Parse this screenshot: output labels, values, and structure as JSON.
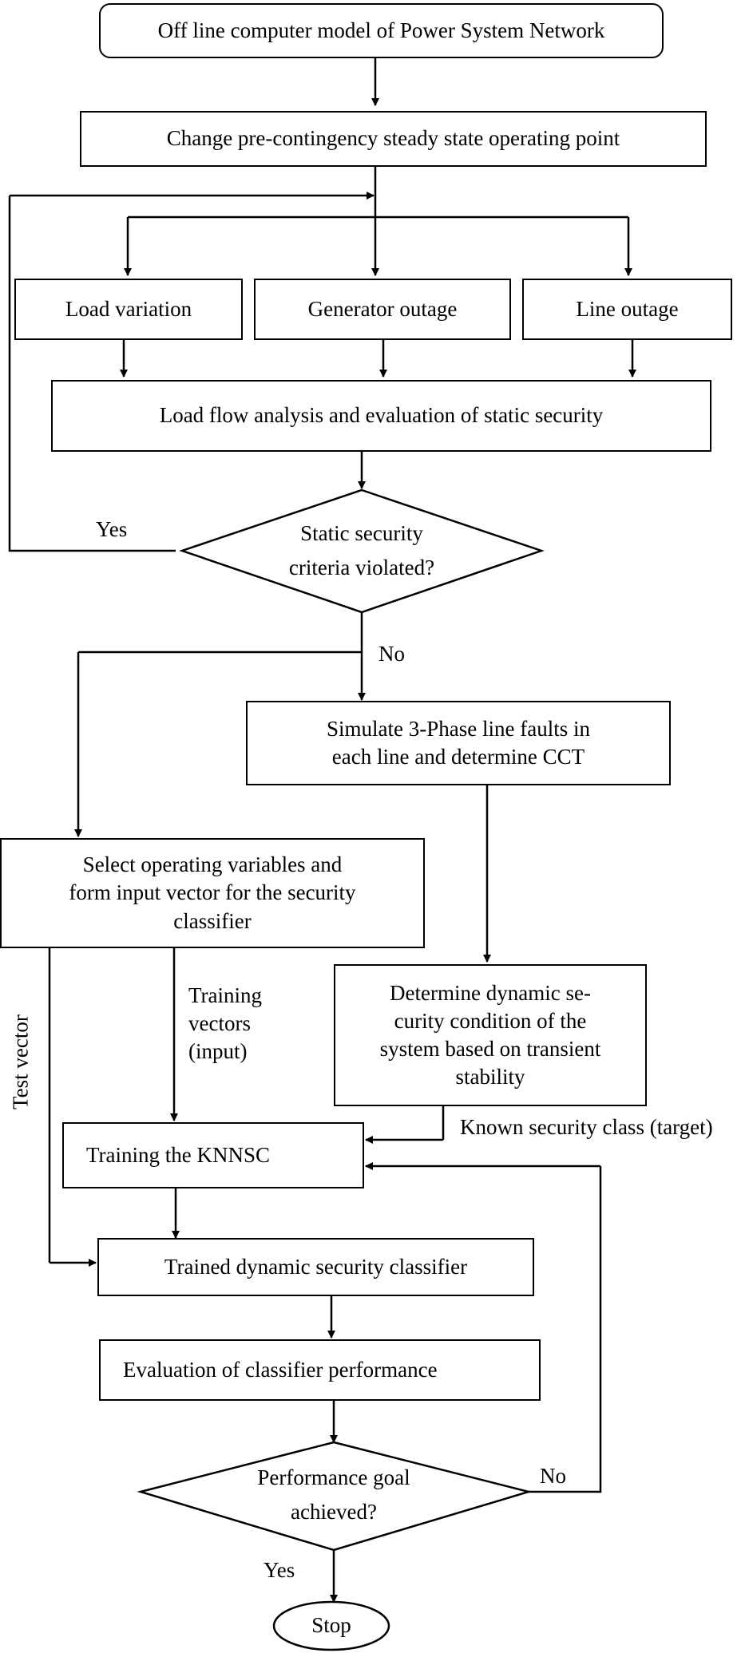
{
  "nodes": {
    "offline_model": "Off line computer model of Power System Network",
    "change_point": "Change pre-contingency steady state operating point",
    "load_variation": "Load variation",
    "generator_outage": "Generator outage",
    "line_outage": "Line outage",
    "load_flow": "Load flow analysis and evaluation of static security",
    "static_decision": "Static security\ncriteria violated?",
    "simulate_faults": "Simulate 3-Phase line faults in\neach line and determine CCT",
    "select_variables": "Select operating variables and\nform input vector for the security\nclassifier",
    "determine_dynamic": "Determine dynamic se-\ncurity condition of the\nsystem based on transient\nstability",
    "training": "Training the KNNSC",
    "trained_classifier": "Trained dynamic security classifier",
    "evaluation": "Evaluation of classifier performance",
    "performance_decision": "Performance goal\nachieved?",
    "stop": "Stop"
  },
  "edge_labels": {
    "yes_static": "Yes",
    "no_static": "No",
    "training_vectors": "Training\nvectors\n(input)",
    "test_vector": "Test vector",
    "known_class": "Known security class (target)",
    "no_performance": "No",
    "yes_performance": "Yes"
  }
}
